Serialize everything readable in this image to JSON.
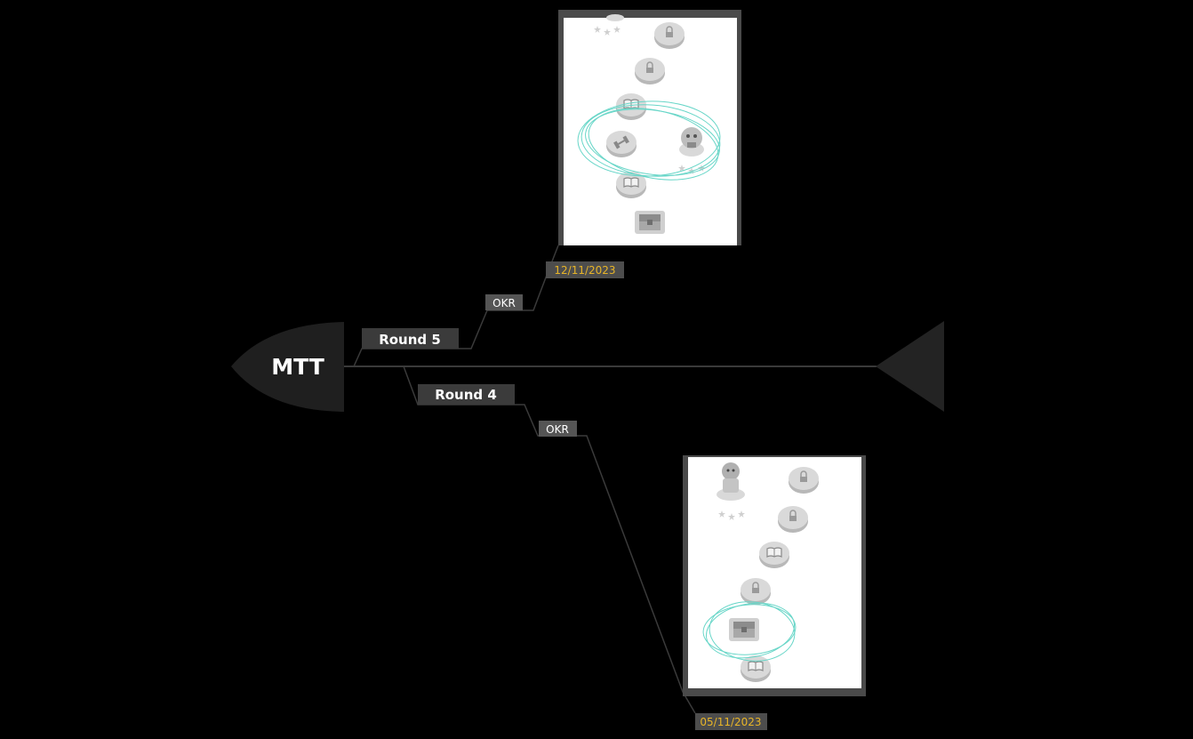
{
  "diagram": {
    "head_label": "MTT",
    "branches": [
      {
        "id": "round5",
        "label": "Round 5",
        "sub_label": "OKR",
        "date": "12/11/2023"
      },
      {
        "id": "round4",
        "label": "Round 4",
        "sub_label": "OKR",
        "date": "05/11/2023"
      }
    ]
  },
  "colors": {
    "background": "#000000",
    "spine": "#3a3a3a",
    "head_fill": "#1f1f1f",
    "tail_fill": "#232323",
    "round_box": "#3b3b3b",
    "okr_box": "#555555",
    "date_box": "#4d4d4d",
    "date_text": "#e8b528",
    "text": "#ffffff",
    "thumb_frame": "#4a4a4a",
    "thumb_bg": "#ffffff",
    "scribble": "#68d6c8",
    "node": "#d9d9d9",
    "node_shadow": "#b8b8b8"
  },
  "icons": [
    "lock-icon",
    "book-icon",
    "dumbbell-icon",
    "treasure-chest-icon",
    "star-icon",
    "character-icon"
  ]
}
